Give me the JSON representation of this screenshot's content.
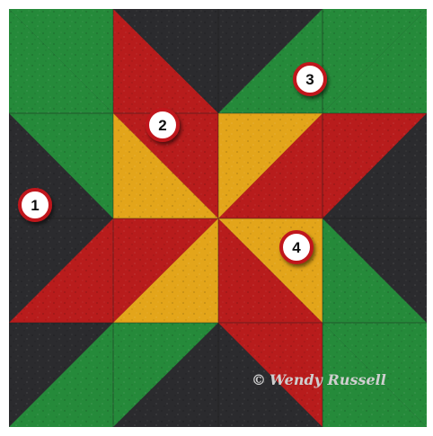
{
  "colors": {
    "background": "#2b2b2e",
    "green": "#258a3a",
    "red": "#b81c1c",
    "gold": "#e3a51a",
    "seam": "#1a1a1a",
    "badge_ring": "#c0151a",
    "badge_fill": "#ffffff"
  },
  "badges": [
    {
      "id": "1",
      "label": "1"
    },
    {
      "id": "2",
      "label": "2"
    },
    {
      "id": "3",
      "label": "3"
    },
    {
      "id": "4",
      "label": "4"
    }
  ],
  "signature": {
    "symbol": "©",
    "name": "Wendy Russell"
  }
}
